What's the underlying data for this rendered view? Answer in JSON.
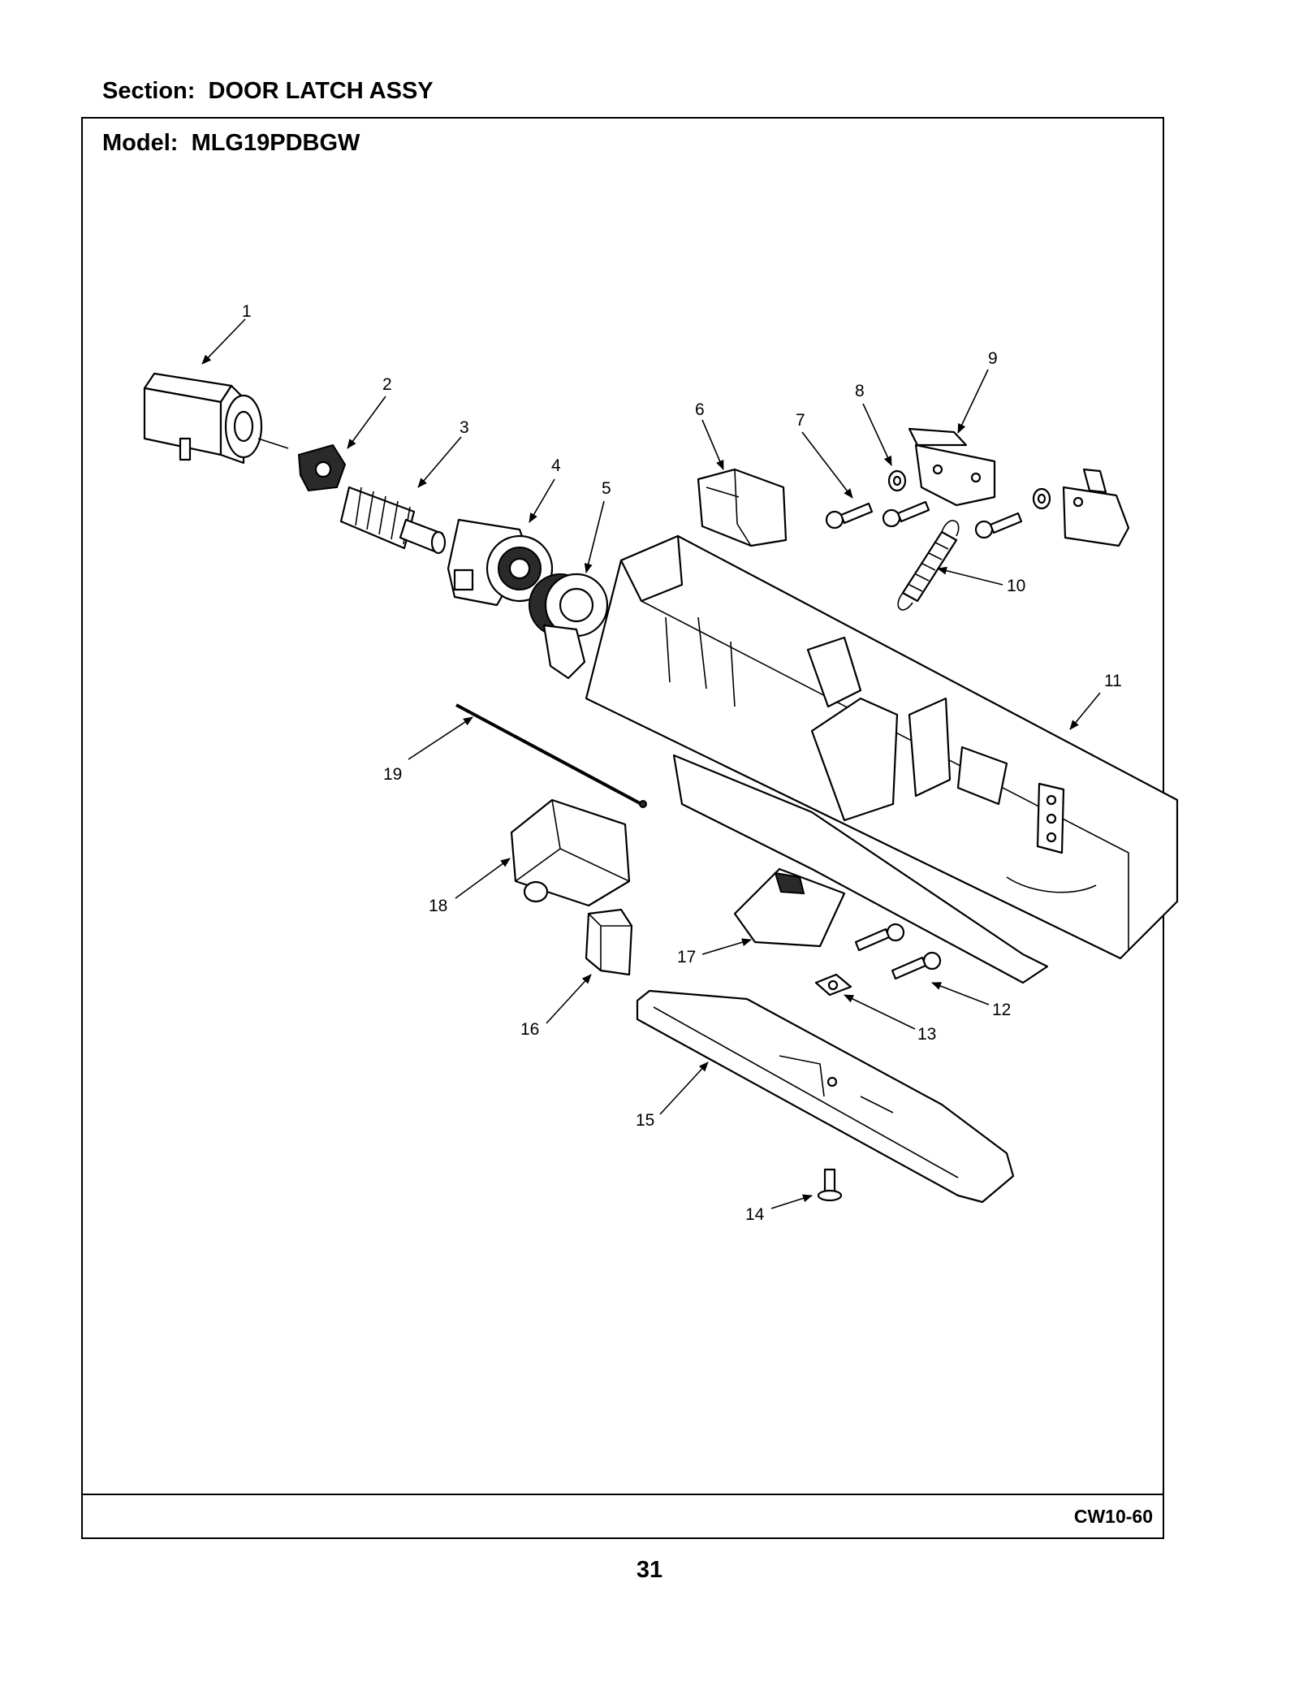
{
  "section": {
    "label": "Section:",
    "name": "DOOR LATCH ASSY"
  },
  "model": {
    "label": "Model:",
    "number": "MLG19PDBGW"
  },
  "doc_code": "CW10-60",
  "page_number": "31",
  "callouts": [
    {
      "id": "callout-1",
      "text": "1"
    },
    {
      "id": "callout-2",
      "text": "2"
    },
    {
      "id": "callout-3",
      "text": "3"
    },
    {
      "id": "callout-4",
      "text": "4"
    },
    {
      "id": "callout-5",
      "text": "5"
    },
    {
      "id": "callout-6",
      "text": "6"
    },
    {
      "id": "callout-7",
      "text": "7"
    },
    {
      "id": "callout-8",
      "text": "8"
    },
    {
      "id": "callout-9",
      "text": "9"
    },
    {
      "id": "callout-10",
      "text": "10"
    },
    {
      "id": "callout-11",
      "text": "11"
    },
    {
      "id": "callout-12",
      "text": "12"
    },
    {
      "id": "callout-13",
      "text": "13"
    },
    {
      "id": "callout-14",
      "text": "14"
    },
    {
      "id": "callout-15",
      "text": "15"
    },
    {
      "id": "callout-16",
      "text": "16"
    },
    {
      "id": "callout-17",
      "text": "17"
    },
    {
      "id": "callout-18",
      "text": "18"
    },
    {
      "id": "callout-19",
      "text": "19"
    }
  ]
}
